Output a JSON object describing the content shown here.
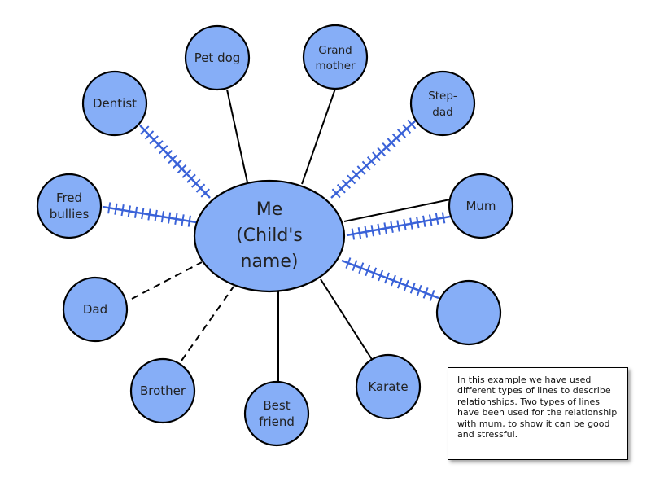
{
  "center": {
    "line1": "Me",
    "line2": "(Child's",
    "line3": "name)"
  },
  "nodes": {
    "pet_dog": "Pet dog",
    "grandmother": {
      "line1": "Grand",
      "line2": "mother"
    },
    "dentist": "Dentist",
    "stepdad": {
      "line1": "Step-",
      "line2": "dad"
    },
    "fred": {
      "line1": "Fred",
      "line2": "bullies"
    },
    "mum": "Mum",
    "dad": "Dad",
    "brother": "Brother",
    "best_friend": {
      "line1": "Best",
      "line2": "friend"
    },
    "karate": "Karate",
    "unnamed": ""
  },
  "note": "In this example we have used different types of lines to describe relationships. Two types of lines have been used for the relationship with mum, to show it can be good and stressful.",
  "colors": {
    "node_fill": "#86aef7",
    "stressful_line": "#3a62d8",
    "outline": "#000000"
  }
}
